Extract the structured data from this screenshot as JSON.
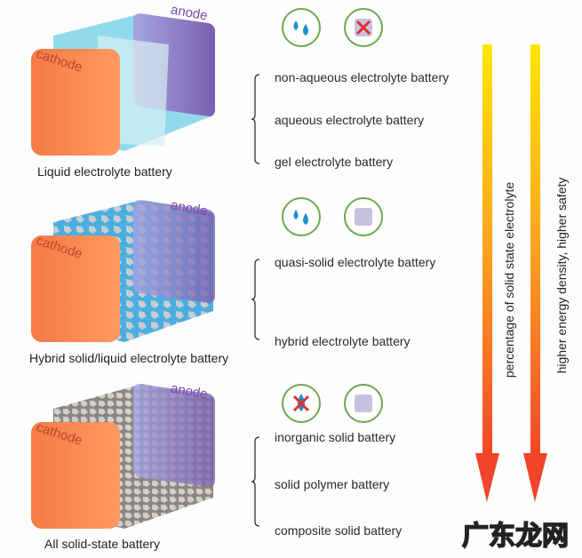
{
  "batteries": [
    {
      "caption": "Liquid electrolyte battery",
      "cathode": "cathode",
      "anode": "anode",
      "fill": "liquid"
    },
    {
      "caption": "Hybrid solid/liquid electrolyte battery",
      "cathode": "cathode",
      "anode": "anode",
      "fill": "hybrid"
    },
    {
      "caption": "All solid-state battery",
      "cathode": "cathode",
      "anode": "anode",
      "fill": "solid"
    }
  ],
  "groups": [
    {
      "icons": [
        "water-drops-icon",
        "x-mark-icon"
      ],
      "items": [
        "non-aqueous electrolyte battery",
        "aqueous electrolyte battery",
        "gel electrolyte battery"
      ]
    },
    {
      "icons": [
        "water-drops-icon",
        "solid-cube-icon"
      ],
      "items": [
        "quasi-solid electrolyte battery",
        "hybrid electrolyte battery"
      ]
    },
    {
      "icons": [
        "no-water-icon",
        "solid-cube-icon"
      ],
      "items": [
        "inorganic solid battery",
        "solid polymer battery",
        "composite solid battery"
      ]
    }
  ],
  "arrows": [
    "percentage of solid state electrolyte",
    "higher energy density, higher safety"
  ],
  "watermark": "广东龙网",
  "colors": {
    "cathode": "#f47a45",
    "anode": "#8f8ad0",
    "icon_ring": "#6aaa4e",
    "arrow_top": "#ffe600",
    "arrow_bottom": "#f0452a"
  }
}
